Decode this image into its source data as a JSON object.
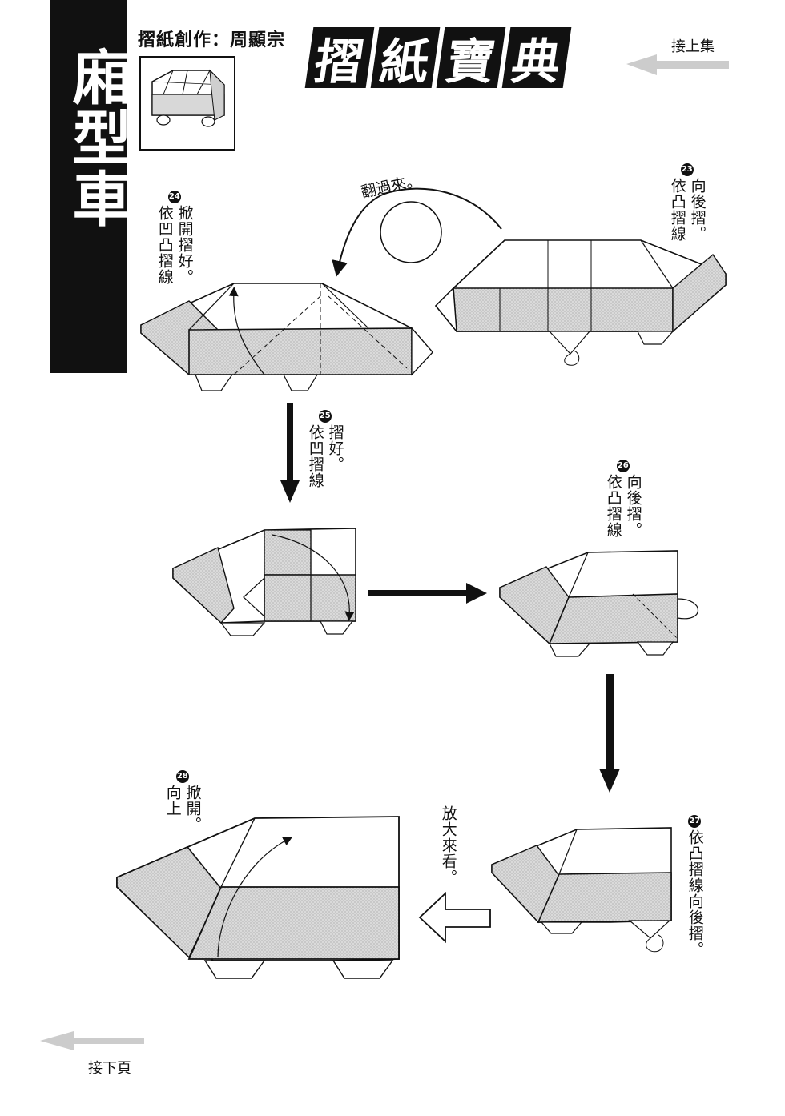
{
  "side_banner": {
    "title": "廂型車"
  },
  "header": {
    "author": "摺紙創作：周顯宗",
    "book_title": [
      "摺",
      "紙",
      "寶",
      "典"
    ],
    "prev_label": "接上集"
  },
  "footer": {
    "next_label": "接下頁"
  },
  "steps": [
    {
      "number": "23",
      "lines": [
        "依凸摺線",
        "向後摺。"
      ]
    },
    {
      "number": "24",
      "lines": [
        "依凹凸摺線",
        "掀開摺好。"
      ]
    },
    {
      "number": "25",
      "lines": [
        "依凹摺線",
        "摺好。"
      ]
    },
    {
      "number": "26",
      "lines": [
        "依凸摺線",
        "向後摺。"
      ]
    },
    {
      "number": "27",
      "lines": [
        "依凸摺線向後摺。"
      ]
    },
    {
      "number": "28",
      "lines": [
        "向上",
        "掀開。"
      ]
    }
  ],
  "annotations": {
    "flip_over": "翻過來。",
    "zoom_view": "放大來看。"
  },
  "colors": {
    "ink": "#111111",
    "shade": "#d4d4d4",
    "paper": "#ffffff",
    "nav_arrow": "#cccccc"
  }
}
